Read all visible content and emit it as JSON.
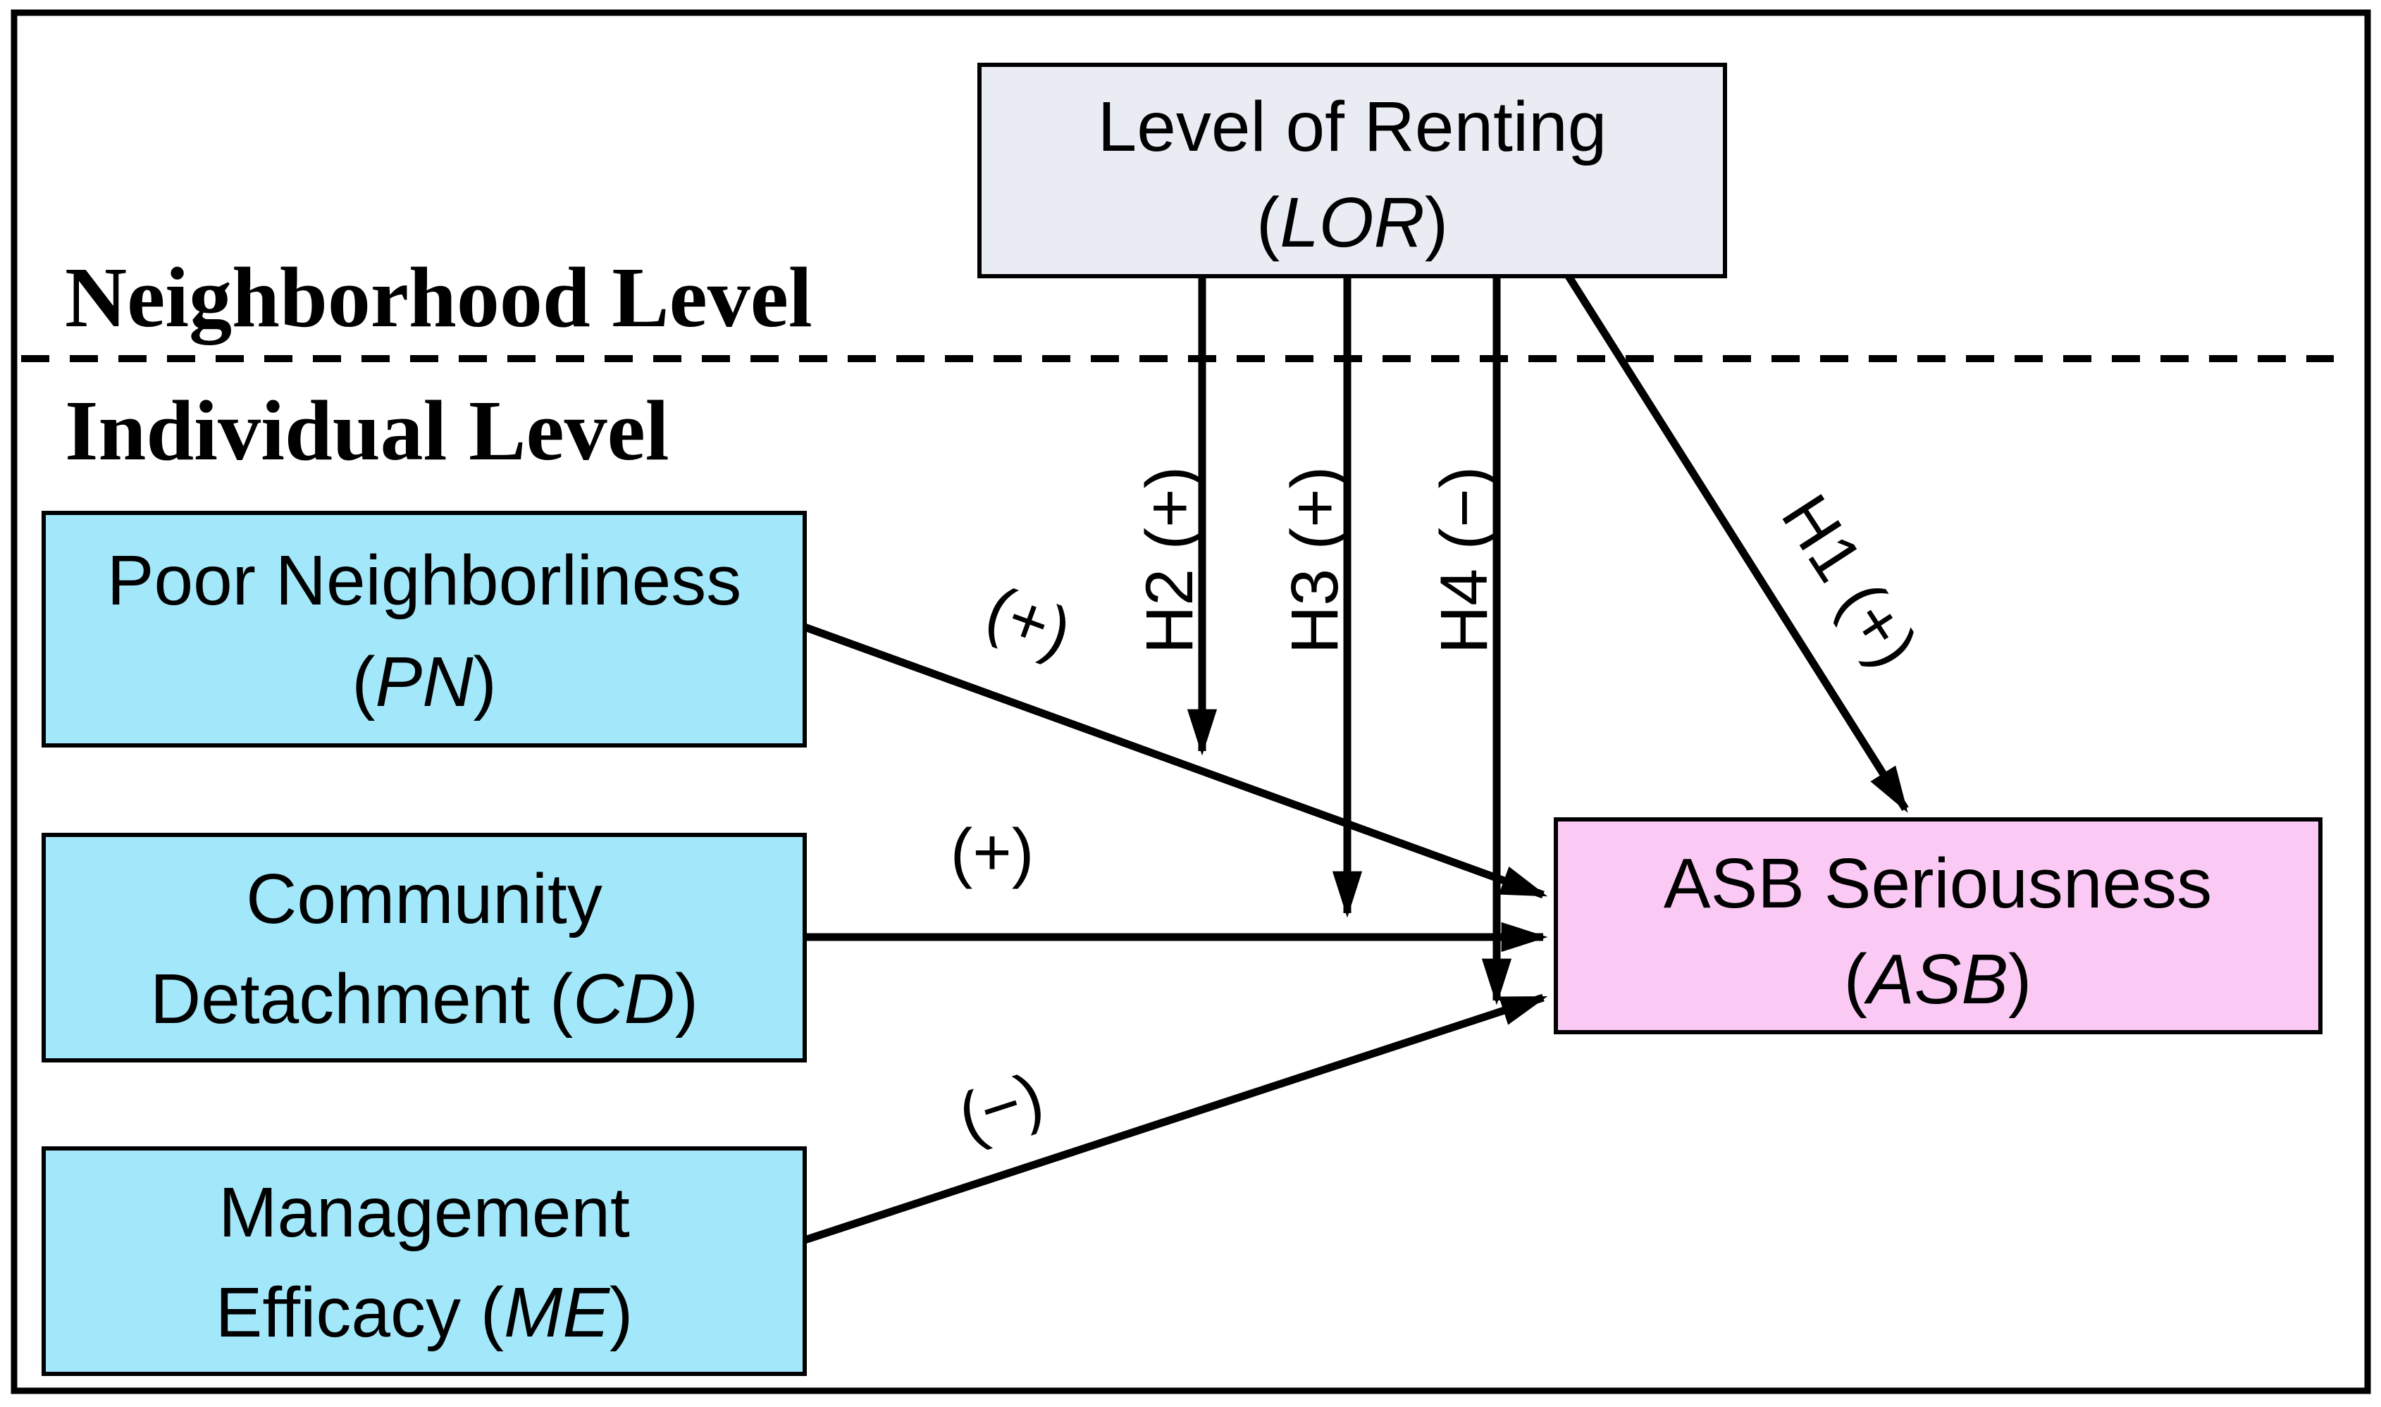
{
  "figure": {
    "background": "#ffffff",
    "line_color": "#000000",
    "neighborhood_level_label": "Neighborhood Level",
    "individual_level_label": "Individual Level"
  },
  "boxes": {
    "lor": {
      "line1": "Level of Renting",
      "abbr_pre": "(",
      "abbr": "LOR",
      "abbr_post": ")",
      "fill": "#e9ecf2"
    },
    "pn": {
      "line1": "Poor Neighborliness",
      "abbr_pre": "(",
      "abbr": "PN",
      "abbr_post": ")",
      "fill": "#a3e8fa"
    },
    "cd": {
      "line1": "Community",
      "abbr_pre": "Detachment (",
      "abbr": "CD",
      "abbr_post": ")",
      "fill": "#a3e8fa"
    },
    "me": {
      "line1": "Management",
      "abbr_pre": "Efficacy (",
      "abbr": "ME",
      "abbr_post": ")",
      "fill": "#a3e8fa"
    },
    "asb": {
      "line1": "ASB Seriousness",
      "abbr_pre": "(",
      "abbr": "ASB",
      "abbr_post": ")",
      "fill": "#facaf5"
    }
  },
  "edges": {
    "h1": {
      "label": "H1 (+)"
    },
    "h2": {
      "label": "H2 (+)"
    },
    "h3": {
      "label": "H3 (+)"
    },
    "h4": {
      "label": "H4 (−)"
    },
    "pn_to_asb": {
      "label": "(+)"
    },
    "cd_to_asb": {
      "label": "(+)"
    },
    "me_to_asb": {
      "label": "(−)"
    }
  }
}
